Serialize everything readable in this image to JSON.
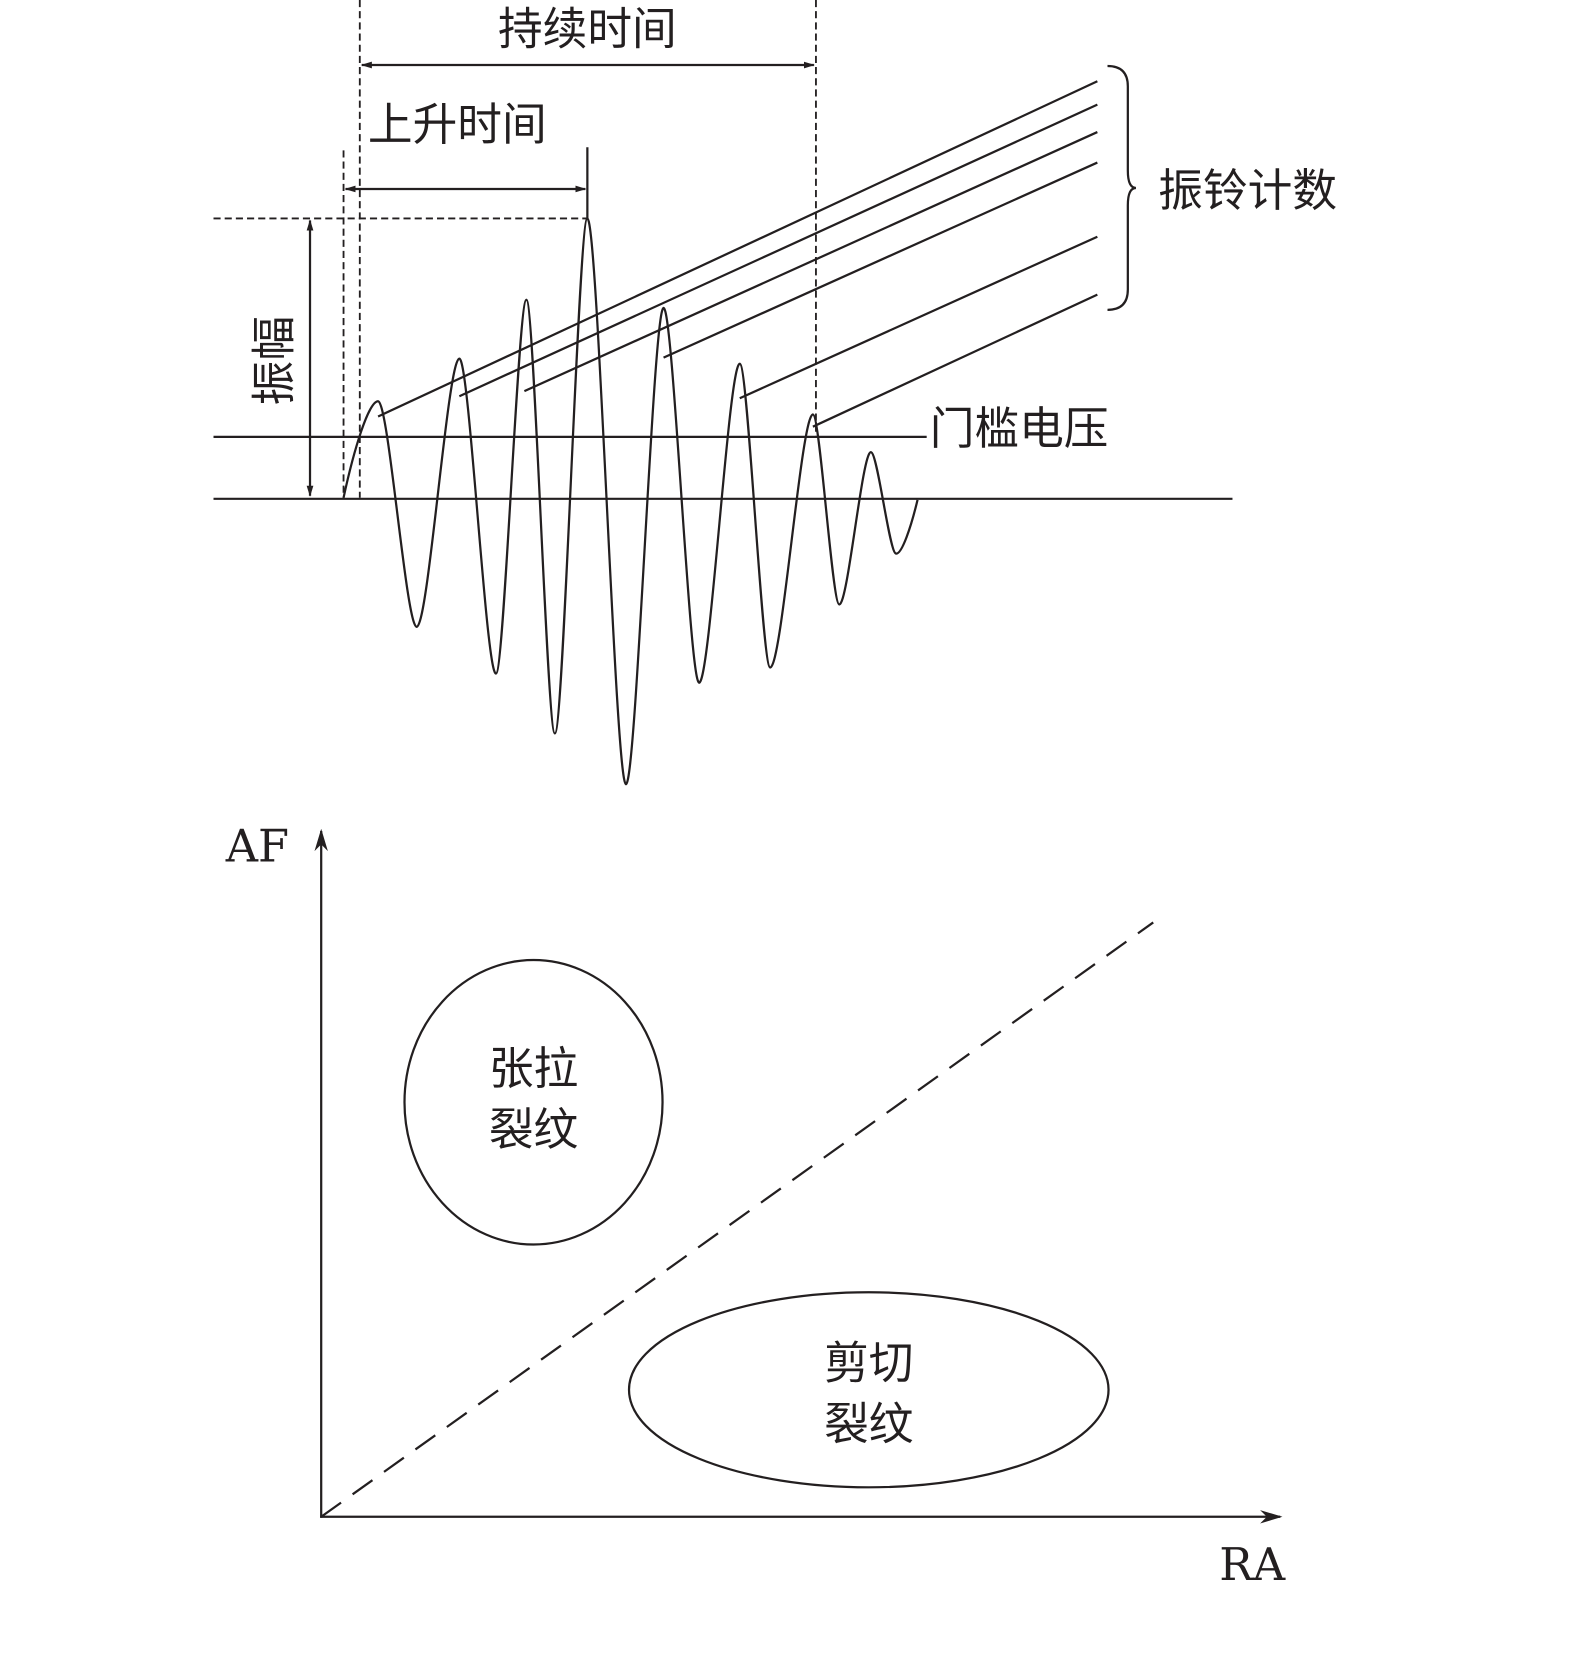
{
  "waveform_diagram": {
    "duration_label": "持续时间",
    "rise_time_label": "上升时间",
    "amplitude_label": "振幅",
    "threshold_label": "门槛电压",
    "ring_count_label": "振铃计数"
  },
  "classification_diagram": {
    "y_axis_label": "AF",
    "x_axis_label": "RA",
    "tensile_crack_label_line1": "张拉",
    "tensile_crack_label_line2": "裂纹",
    "shear_crack_label_line1": "剪切",
    "shear_crack_label_line2": "裂纹"
  },
  "colors": {
    "ink": "#231f20",
    "background": "#ffffff"
  }
}
